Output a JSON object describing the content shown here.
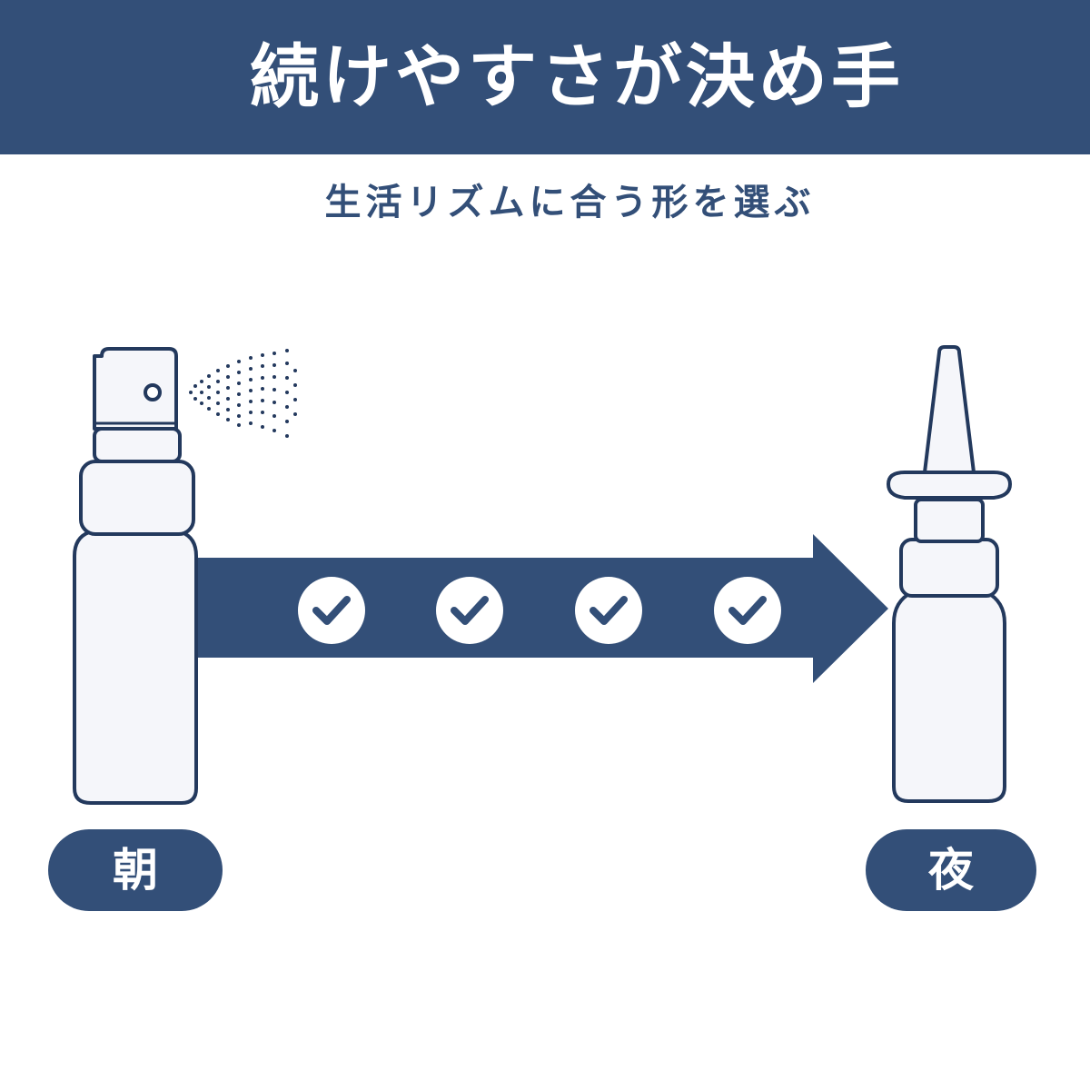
{
  "header": {
    "title": "続けやすさが決め手"
  },
  "subtitle": "生活リズムに合う形を選ぶ",
  "labels": {
    "morning": "朝",
    "night": "夜"
  },
  "colors": {
    "navy": "#334f78",
    "bottle_fill": "#f5f6fa",
    "background": "#ffffff"
  },
  "icons": {
    "left_product": "spray-bottle-icon",
    "right_product": "nasal-spray-bottle-icon",
    "progress_marks": [
      "check-icon",
      "check-icon",
      "check-icon",
      "check-icon"
    ],
    "transition": "arrow-right-icon"
  }
}
